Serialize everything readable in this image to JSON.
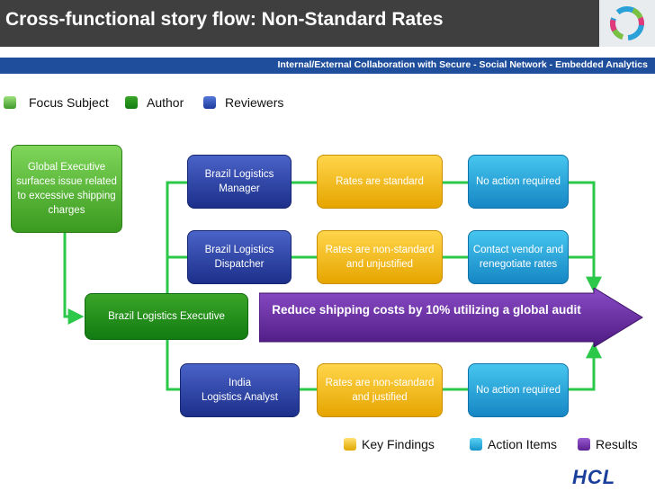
{
  "header": {
    "title": "Cross-functional story flow: Non-Standard Rates",
    "subtitle": "Internal/External Collaboration with Secure - Social Network - Embedded Analytics"
  },
  "legend": {
    "focus_subject": "Focus Subject",
    "author": "Author",
    "reviewers": "Reviewers"
  },
  "nodes": {
    "global_exec": "Global Executive surfaces issue related to excessive shipping charges",
    "brazil_exec": "Brazil Logistics Executive",
    "brazil_manager": "Brazil Logistics Manager",
    "brazil_dispatcher": "Brazil Logistics Dispatcher",
    "india_analyst_line1": "India",
    "india_analyst_line2": "Logistics Analyst",
    "finding_standard": "Rates are standard",
    "finding_nonstd_unjustified": "Rates are non-standard and unjustified",
    "finding_nonstd_justified": "Rates are non-standard and justified",
    "action_none_1": "No action required",
    "action_contact": "Contact vendor and renegotiate rates",
    "action_none_2": "No action required",
    "result": "Reduce shipping costs by 10%  utilizing a global audit"
  },
  "key": {
    "key_findings": "Key Findings",
    "action_items": "Action Items",
    "results": "Results"
  },
  "logo_text": "HCL",
  "colors": {
    "connector": "#2cc84a",
    "result": "#6a2da0",
    "title_bar": "#3f3f3f",
    "sub_bar": "#1f4e9c"
  }
}
